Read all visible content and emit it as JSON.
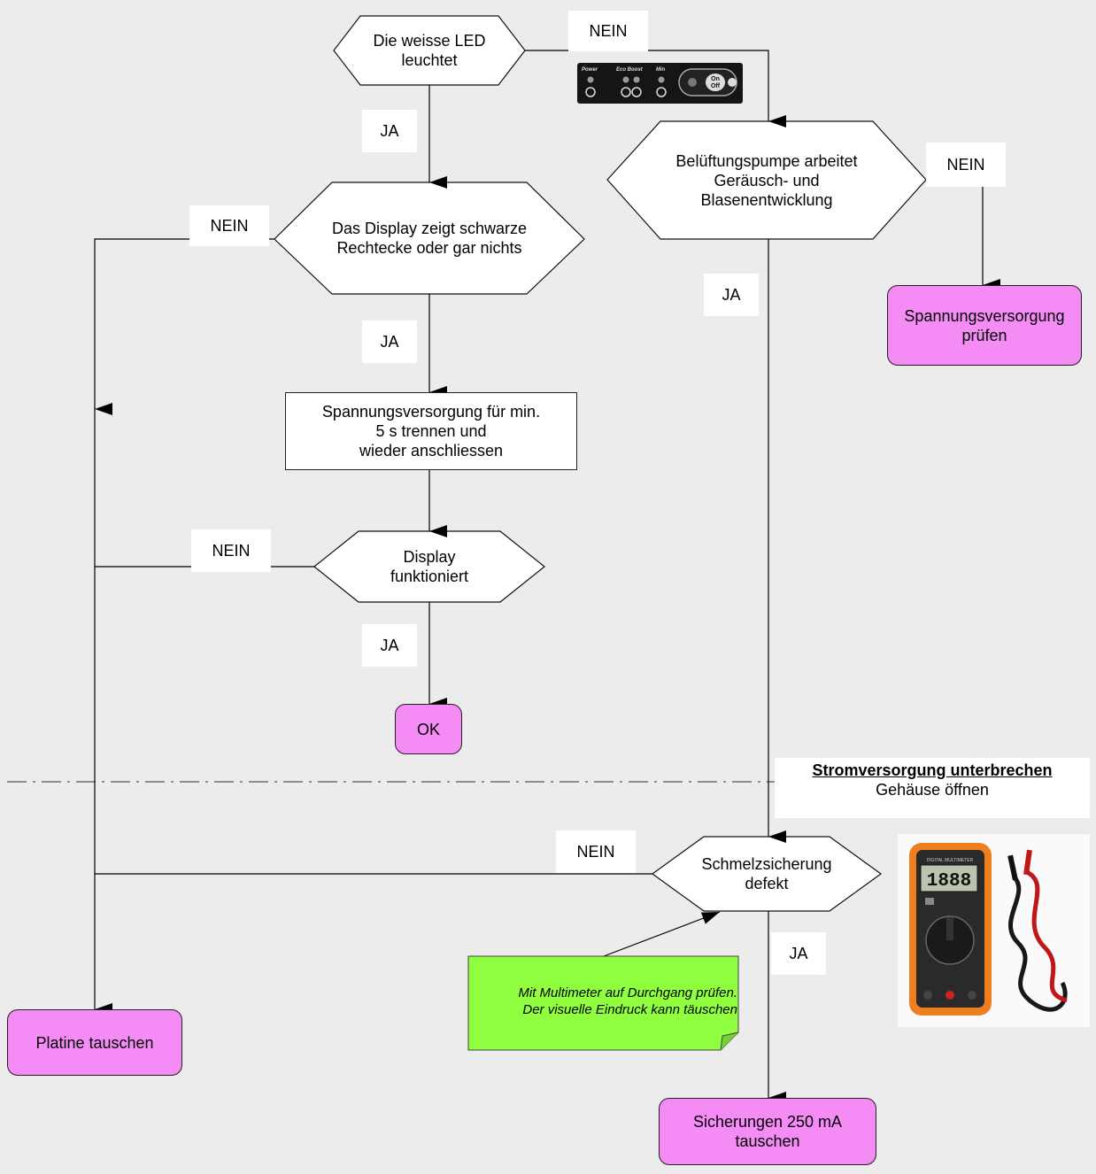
{
  "decisions": {
    "led": "Die weisse LED\nleuchtet",
    "pump": "Belüftungspumpe arbeitet\nGeräusch- und\nBlasenentwicklung",
    "display_dark": "Das Display zeigt schwarze\nRechtecke oder gar nichts",
    "display_works": "Display\nfunktioniert",
    "fuse": "Schmelzsicherung\ndefekt"
  },
  "actions": {
    "reconnect": "Spannungsversorgung für min.\n5 s trennen und\nwieder anschliessen",
    "check_supply": "Spannungsversorgung\nprüfen",
    "ok": "OK",
    "replace_board": "Platine tauschen",
    "replace_fuses": "Sicherungen 250 mA\ntauschen"
  },
  "answers": {
    "yes": "JA",
    "no": "NEIN"
  },
  "separator": {
    "warning": "Stromversorgung unterbrechen",
    "instruction": "Gehäuse öffnen"
  },
  "note": "Mit Multimeter auf Durchgang prüfen.\nDer visuelle Eindruck kann täuschen",
  "panel": {
    "labels": [
      "Power",
      "Eco Boost",
      "Min"
    ],
    "switch_on": "On",
    "switch_off": "Off"
  },
  "multimeter": {
    "brand": "DIGITAL MULTIMETER",
    "reading": "1888"
  },
  "colors": {
    "terminal": "#f58bf5",
    "note": "#90ff40",
    "background": "#ececec"
  }
}
